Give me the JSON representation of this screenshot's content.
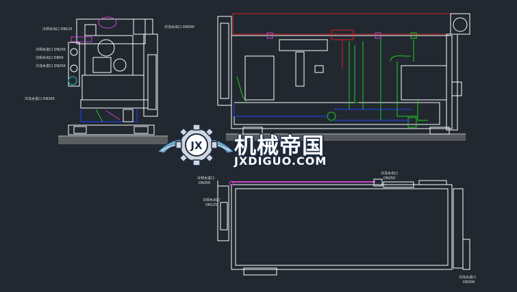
{
  "colors": {
    "background": "#212830",
    "line": "#ffffff",
    "pipe_red": "#e02020",
    "pipe_green": "#22cc22",
    "pipe_blue": "#2244ff",
    "pipe_magenta": "#cc44cc",
    "pipe_cyan": "#22cccc",
    "ground": "#9a9a9a"
  },
  "side_view": {
    "labels": {
      "top_left": "冷却水出口 DN125",
      "top_right": "冷冻水出口 DN300",
      "mid_1": "冷却水进口 DN250",
      "mid_2": "冷却水出口 DN50",
      "mid_3": "冷冻水进口 DN250",
      "bottom": "冷冻水进口 DN300"
    }
  },
  "plan_view": {
    "labels": {
      "top_left": "冷却水进口",
      "top_left_size": "DN300",
      "top_right": "冷冻水出口",
      "top_right_size": "DN250",
      "left_mid": "冷却水出口",
      "left_mid_size": "DN125",
      "bottom_right": "冷冻水进口",
      "bottom_right_size": "DN300"
    }
  },
  "watermark": {
    "cn": "机械帝国",
    "url": "JXDIGUO.COM",
    "logo_letters": "JX"
  }
}
